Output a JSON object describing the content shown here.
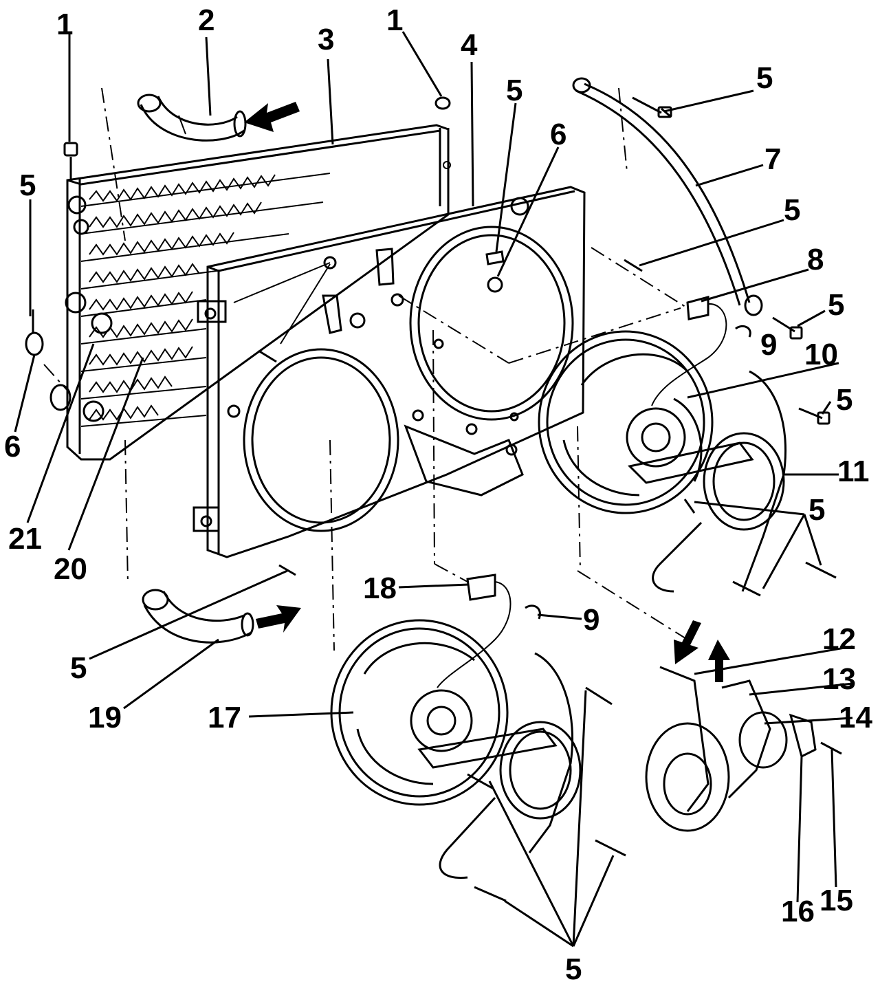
{
  "figure": {
    "callouts": [
      {
        "id": "c1a",
        "text": "1"
      },
      {
        "id": "c2",
        "text": "2"
      },
      {
        "id": "c3",
        "text": "3"
      },
      {
        "id": "c1b",
        "text": "1"
      },
      {
        "id": "c4",
        "text": "4"
      },
      {
        "id": "c5a",
        "text": "5"
      },
      {
        "id": "c5b",
        "text": "5"
      },
      {
        "id": "c6a",
        "text": "6"
      },
      {
        "id": "c7",
        "text": "7"
      },
      {
        "id": "c5c",
        "text": "5"
      },
      {
        "id": "c8",
        "text": "8"
      },
      {
        "id": "c5d",
        "text": "5"
      },
      {
        "id": "c9a",
        "text": "9"
      },
      {
        "id": "c10",
        "text": "10"
      },
      {
        "id": "c5e",
        "text": "5"
      },
      {
        "id": "c5f",
        "text": "5"
      },
      {
        "id": "c6b",
        "text": "6"
      },
      {
        "id": "c11",
        "text": "11"
      },
      {
        "id": "c5g",
        "text": "5"
      },
      {
        "id": "c21",
        "text": "21"
      },
      {
        "id": "c20",
        "text": "20"
      },
      {
        "id": "c18",
        "text": "18"
      },
      {
        "id": "c9b",
        "text": "9"
      },
      {
        "id": "c12",
        "text": "12"
      },
      {
        "id": "c13",
        "text": "13"
      },
      {
        "id": "c14",
        "text": "14"
      },
      {
        "id": "c5h",
        "text": "5"
      },
      {
        "id": "c19",
        "text": "19"
      },
      {
        "id": "c17",
        "text": "17"
      },
      {
        "id": "c16",
        "text": "16"
      },
      {
        "id": "c15",
        "text": "15"
      },
      {
        "id": "c5i",
        "text": "5"
      }
    ]
  }
}
